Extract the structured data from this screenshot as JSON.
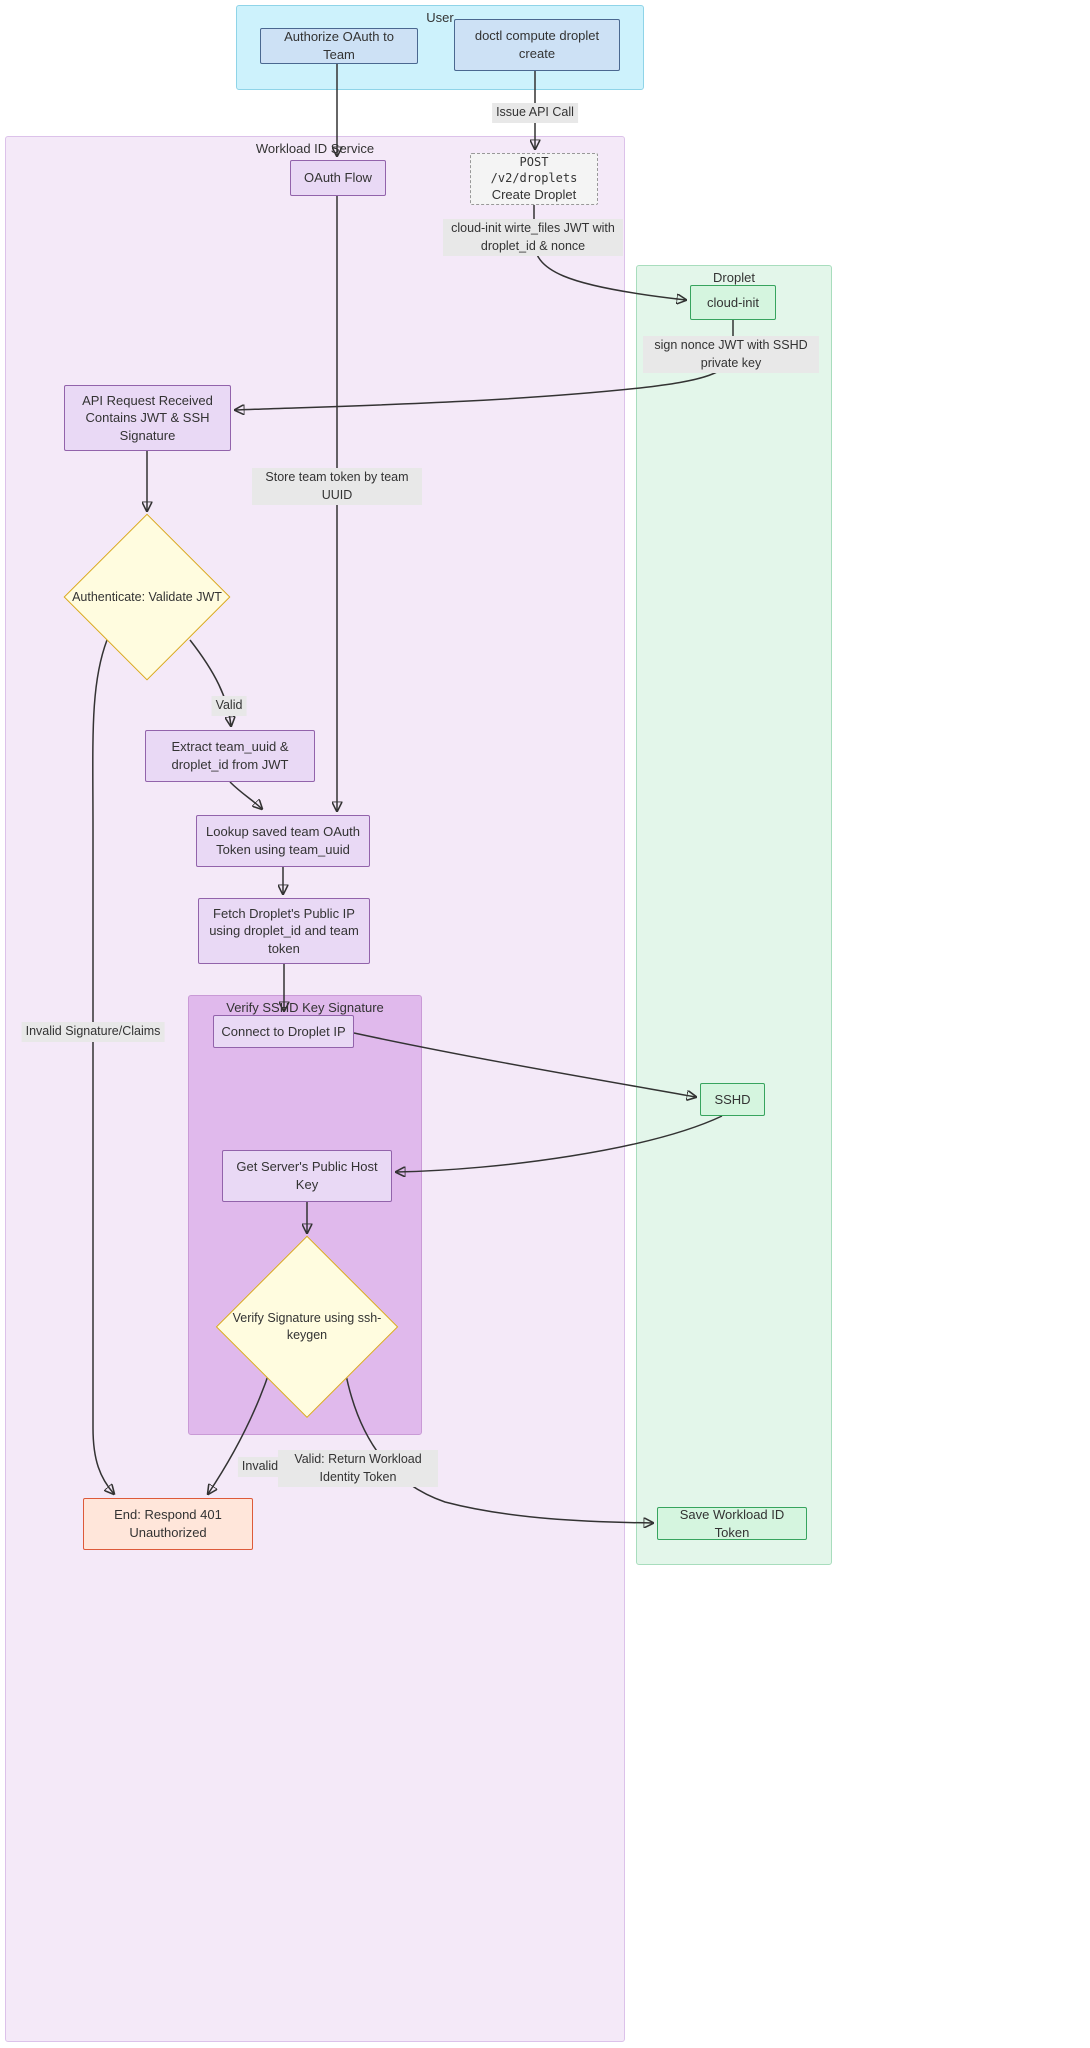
{
  "groups": {
    "user": {
      "title": "User"
    },
    "workload": {
      "title": "Workload ID Service"
    },
    "droplet": {
      "title": "Droplet"
    },
    "verify": {
      "title": "Verify SSHD Key Signature"
    }
  },
  "nodes": {
    "authorize": {
      "label": "Authorize OAuth to Team"
    },
    "doctl": {
      "label": "doctl compute droplet create"
    },
    "oauth_flow": {
      "label": "OAuth Flow"
    },
    "post_droplets": {
      "line1": "POST /v2/droplets",
      "line2": "Create Droplet"
    },
    "cloud_init": {
      "label": "cloud-init"
    },
    "api_request": {
      "label": "API Request Received Contains JWT & SSH Signature"
    },
    "authenticate": {
      "label": "Authenticate: Validate JWT"
    },
    "extract": {
      "label": "Extract team_uuid & droplet_id from JWT"
    },
    "lookup": {
      "label": "Lookup saved team OAuth Token using team_uuid"
    },
    "fetch_ip": {
      "label": "Fetch Droplet's Public IP using droplet_id and team token"
    },
    "connect": {
      "label": "Connect to Droplet IP"
    },
    "sshd": {
      "label": "SSHD"
    },
    "get_host_key": {
      "label": "Get Server's Public Host Key"
    },
    "verify_sig": {
      "label": "Verify Signature using ssh-keygen"
    },
    "end_401": {
      "label": "End: Respond 401 Unauthorized"
    },
    "save_token": {
      "label": "Save Workload ID Token"
    }
  },
  "edge_labels": {
    "issue_api": "Issue API Call",
    "cloud_init_jwt": "cloud-init wirte_files JWT with droplet_id & nonce",
    "sign_nonce": "sign nonce JWT with SSHD private key",
    "store_token": "Store team token by team UUID",
    "valid": "Valid",
    "invalid_claims": "Invalid Signature/Claims",
    "invalid": "Invalid",
    "valid_return": "Valid: Return Workload Identity Token"
  },
  "colors": {
    "user_group": "#cdf2fc",
    "workload_group": "#f4e9f8",
    "droplet_group": "#e3f6ea",
    "verify_group": "#e0b9ec",
    "node_blue": "#cde1f5",
    "node_purple": "#e9d9f5",
    "node_green": "#d5f5df",
    "node_red": "#ffe6da",
    "diamond_fill": "#fffcdf",
    "diamond_border": "#d9a71e",
    "edge_stroke": "#333333",
    "edge_label_bg": "#e8e8e8"
  }
}
